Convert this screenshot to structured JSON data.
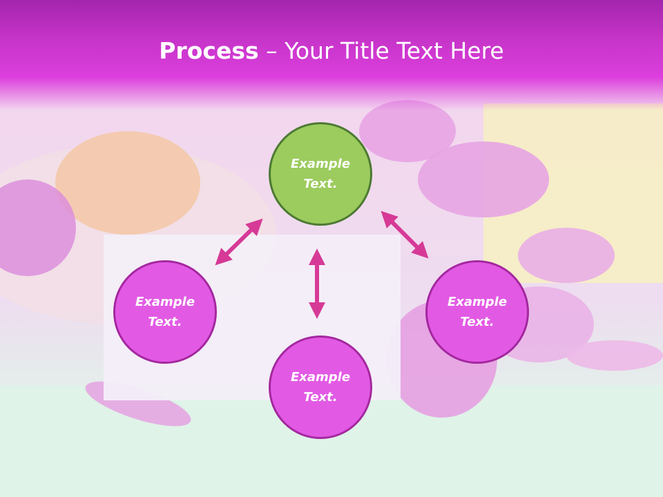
{
  "title": {
    "bold": "Process",
    "rest": " – Your Title Text Here"
  },
  "colors": {
    "title_bar": "#c634c8",
    "center_node": "#9ccb5e",
    "center_node_border": "#4c7a32",
    "outer_node": "#e25ae4",
    "outer_node_border": "#a4289f",
    "arrow": "#d63a96"
  },
  "nodes": [
    {
      "id": "top",
      "label_line1": "Example",
      "label_line2": "Text."
    },
    {
      "id": "left",
      "label_line1": "Example",
      "label_line2": "Text."
    },
    {
      "id": "right",
      "label_line1": "Example",
      "label_line2": "Text."
    },
    {
      "id": "bottom",
      "label_line1": "Example",
      "label_line2": "Text."
    }
  ]
}
